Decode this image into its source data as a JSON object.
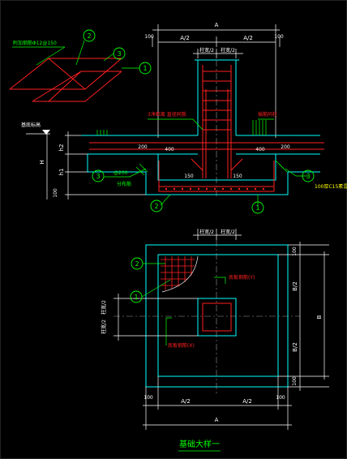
{
  "title": "基础大样一",
  "colors": {
    "background": "#000000",
    "dimension": "#ffffff",
    "concrete": "#00ffff",
    "rebar": "#ff2020",
    "label": "#00ff00",
    "note": "#ffff00",
    "centerline": "#9a9a9a"
  },
  "section": {
    "top_dim_total": "A",
    "top_dim_left": "A/2",
    "top_dim_right": "A/2",
    "top_edge_left": "100",
    "top_edge_right": "100",
    "col_half_left": "柱宽/2",
    "col_half_right": "柱宽/2",
    "note_rebar_tie": "3净距离 直径同筋",
    "note_col_rebar": "插筋同柱",
    "ground_level": "基底标高",
    "h2": "h2",
    "h": "H",
    "h1": "h1",
    "bottom_100": "100",
    "dim_200_left": "200",
    "dim_400_left": "400",
    "dim_400_right": "400",
    "dim_200_right": "200",
    "dim_150_left": "150",
    "dim_150_right": "150",
    "stirrup_note": "@200",
    "stirrup_note2": "分布筋",
    "cushion_note": "100厚C15素混",
    "callout_1": "1",
    "callout_2": "2",
    "callout_3": "3"
  },
  "detail": {
    "note": "附加钢筋Φ12@150",
    "callout_2": "2",
    "callout_3": "3",
    "callout_1": "1"
  },
  "plan": {
    "col_half_left": "柱宽/2",
    "col_half_right": "柱宽/2",
    "dim_100_top": "100",
    "dim_100_bottom": "100",
    "b_half_top": "B/2",
    "b_half_bottom": "B/2",
    "b_total": "B",
    "left_dim_a": "柱宽/2",
    "left_dim_b": "柱宽/2",
    "rebar_y": "底板钢筋(Y)",
    "rebar_x": "底板钢筋(X)",
    "bottom_edge_left": "100",
    "bottom_edge_right": "100",
    "bottom_half_left": "A/2",
    "bottom_half_right": "A/2",
    "bottom_total": "A",
    "callout_2": "2",
    "callout_1": "1"
  }
}
